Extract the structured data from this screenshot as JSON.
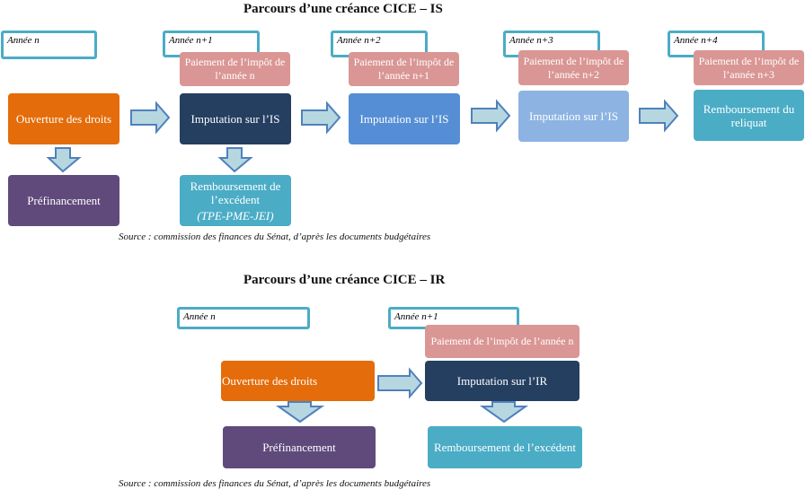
{
  "is_diagram": {
    "title": "Parcours d’une créance CICE – IS",
    "years": [
      "Année n",
      "Année n+1",
      "Année n+2",
      "Année n+3",
      "Année n+4"
    ],
    "payments": [
      "Paiement de l’impôt de l’année n",
      "Paiement de l’impôt de l’année n+1",
      "Paiement de l’impôt de l’année n+2",
      "Paiement de l’impôt de l’année n+3"
    ],
    "steps": [
      "Ouverture des droits",
      "Imputation sur l’IS",
      "Imputation sur l’IS",
      "Imputation sur l’IS",
      "Remboursement du reliquat"
    ],
    "prefinancement": "Préfinancement",
    "refund": "Remboursement de l’excédent",
    "refund_note": "(TPE-PME-JEI)",
    "source": "Source : commission des finances du Sénat, d’après les documents budgétaires"
  },
  "ir_diagram": {
    "title": "Parcours d’une créance CICE – IR",
    "years": [
      "Année n",
      "Année n+1"
    ],
    "payment": "Paiement de l’impôt de l’année n",
    "steps": [
      "Ouverture des droits",
      "Imputation sur l’IR"
    ],
    "prefinancement": "Préfinancement",
    "refund": "Remboursement de l’excédent",
    "source": "Source : commission des finances du Sénat, d’après les documents budgétaires"
  },
  "colors": {
    "year_border": "#4bacc6",
    "payment": "#da9694",
    "orange": "#e46c0a",
    "navy": "#243f60",
    "blue": "#558ed5",
    "light_blue": "#8db3e2",
    "teal": "#4bacc6",
    "purple": "#604a7b",
    "arrow_fill": "#b7d7e0",
    "arrow_stroke": "#4f81bd"
  }
}
